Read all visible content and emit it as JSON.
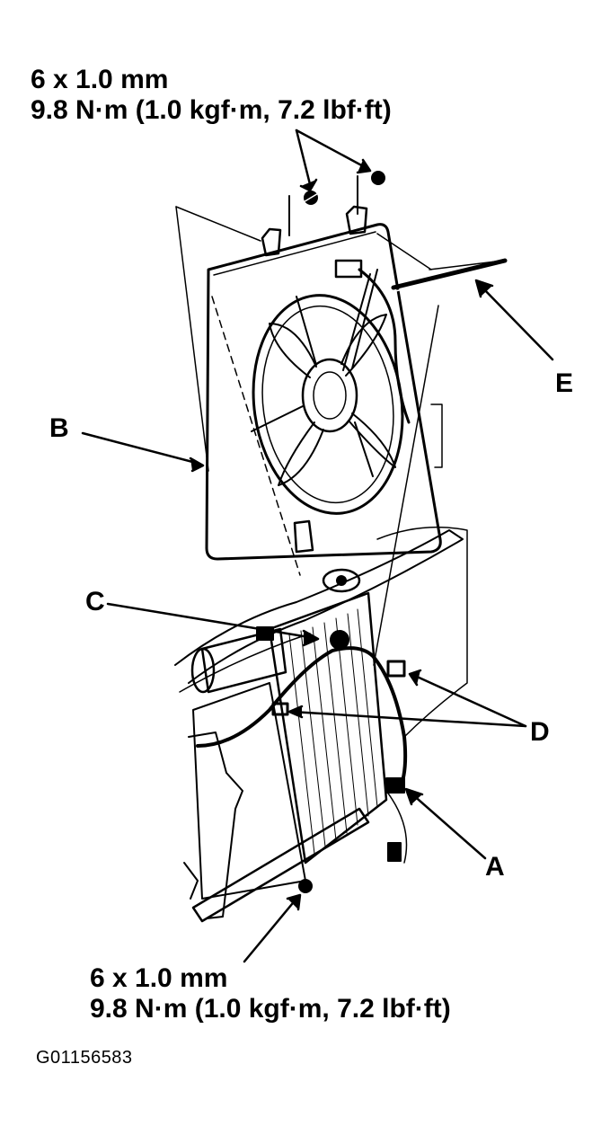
{
  "spec_top": {
    "line1": "6 x 1.0 mm",
    "line2": "9.8 N·m (1.0 kgf·m, 7.2 lbf·ft)"
  },
  "spec_bottom": {
    "line1": "6 x 1.0 mm",
    "line2": "9.8 N·m (1.0 kgf·m, 7.2 lbf·ft)"
  },
  "callouts": {
    "a": "A",
    "b": "B",
    "c": "C",
    "d": "D",
    "e": "E"
  },
  "figure_id": "G01156583"
}
